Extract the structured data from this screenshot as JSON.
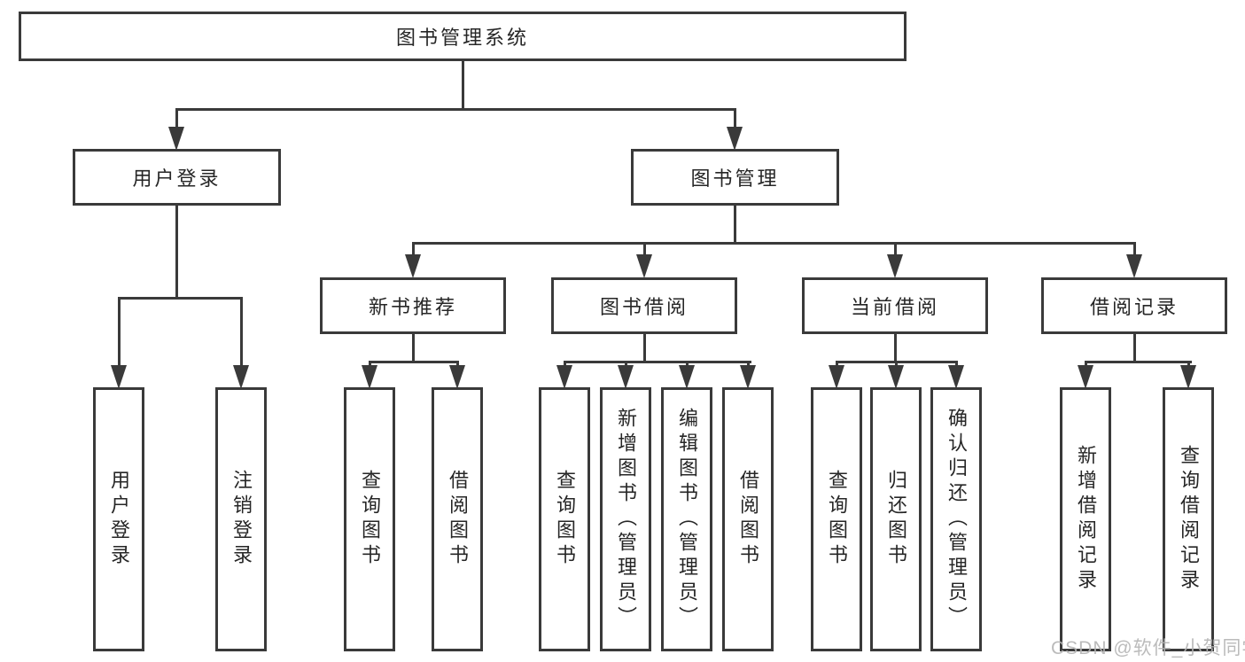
{
  "root": {
    "label": "图书管理系统"
  },
  "level2": [
    {
      "label": "用户登录"
    },
    {
      "label": "图书管理"
    }
  ],
  "level3": [
    {
      "label": "新书推荐"
    },
    {
      "label": "图书借阅"
    },
    {
      "label": "当前借阅"
    },
    {
      "label": "借阅记录"
    }
  ],
  "leaves": [
    {
      "label": "用户登录"
    },
    {
      "label": "注销登录"
    },
    {
      "label": "查询图书"
    },
    {
      "label": "借阅图书"
    },
    {
      "label": "查询图书"
    },
    {
      "label": "新增图书（管理员）"
    },
    {
      "label": "编辑图书（管理员）"
    },
    {
      "label": "借阅图书"
    },
    {
      "label": "查询图书"
    },
    {
      "label": "归还图书"
    },
    {
      "label": "确认归还（管理员）"
    },
    {
      "label": "新增借阅记录"
    },
    {
      "label": "查询借阅记录"
    }
  ],
  "watermark": {
    "text": "CSDN @软件_小贺同学"
  },
  "colors": {
    "line": "#3a3a3a",
    "text": "#262626",
    "background": "#ffffff",
    "watermark": "#b4b4b4"
  }
}
